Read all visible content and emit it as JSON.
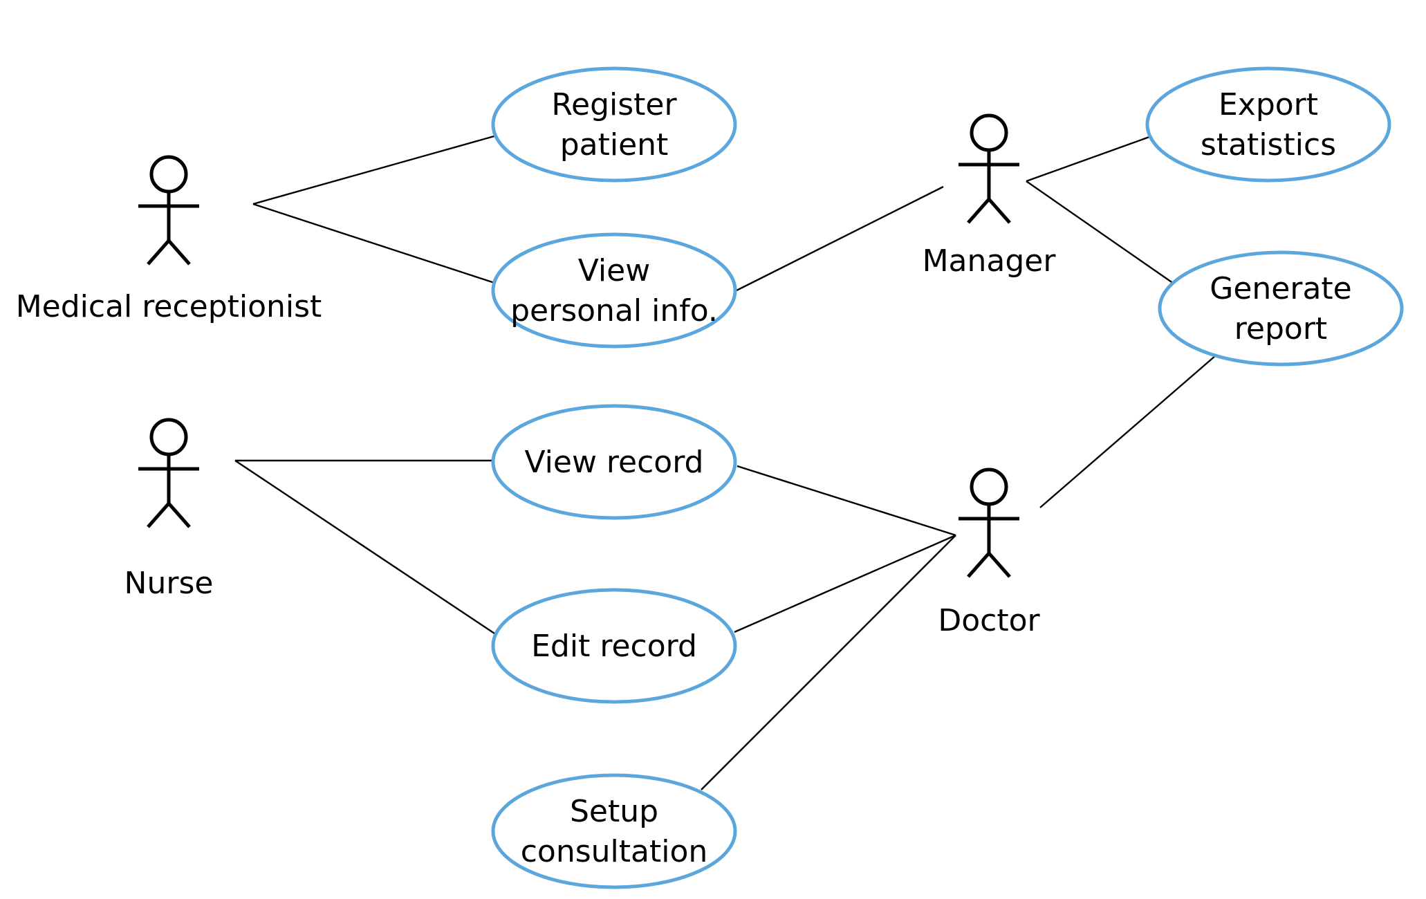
{
  "actors": [
    {
      "id": "receptionist",
      "name": "Medical receptionist"
    },
    {
      "id": "nurse",
      "name": "Nurse"
    },
    {
      "id": "manager",
      "name": "Manager"
    },
    {
      "id": "doctor",
      "name": "Doctor"
    }
  ],
  "use_cases": [
    {
      "id": "register",
      "lines": [
        "Register",
        "patient"
      ]
    },
    {
      "id": "viewinfo",
      "lines": [
        "View",
        "personal info."
      ]
    },
    {
      "id": "viewrecord",
      "lines": [
        "View record"
      ]
    },
    {
      "id": "editrecord",
      "lines": [
        "Edit record"
      ]
    },
    {
      "id": "setup",
      "lines": [
        "Setup",
        "consultation"
      ]
    },
    {
      "id": "export",
      "lines": [
        "Export",
        "statistics"
      ]
    },
    {
      "id": "report",
      "lines": [
        "Generate",
        "report"
      ]
    }
  ],
  "associations": [
    [
      "receptionist",
      "register"
    ],
    [
      "receptionist",
      "viewinfo"
    ],
    [
      "manager",
      "viewinfo"
    ],
    [
      "manager",
      "export"
    ],
    [
      "manager",
      "report"
    ],
    [
      "nurse",
      "viewrecord"
    ],
    [
      "nurse",
      "editrecord"
    ],
    [
      "doctor",
      "viewrecord"
    ],
    [
      "doctor",
      "editrecord"
    ],
    [
      "doctor",
      "setup"
    ],
    [
      "doctor",
      "report"
    ]
  ],
  "colors": {
    "use_case_border": "#5aa6dd",
    "line": "#000000"
  }
}
